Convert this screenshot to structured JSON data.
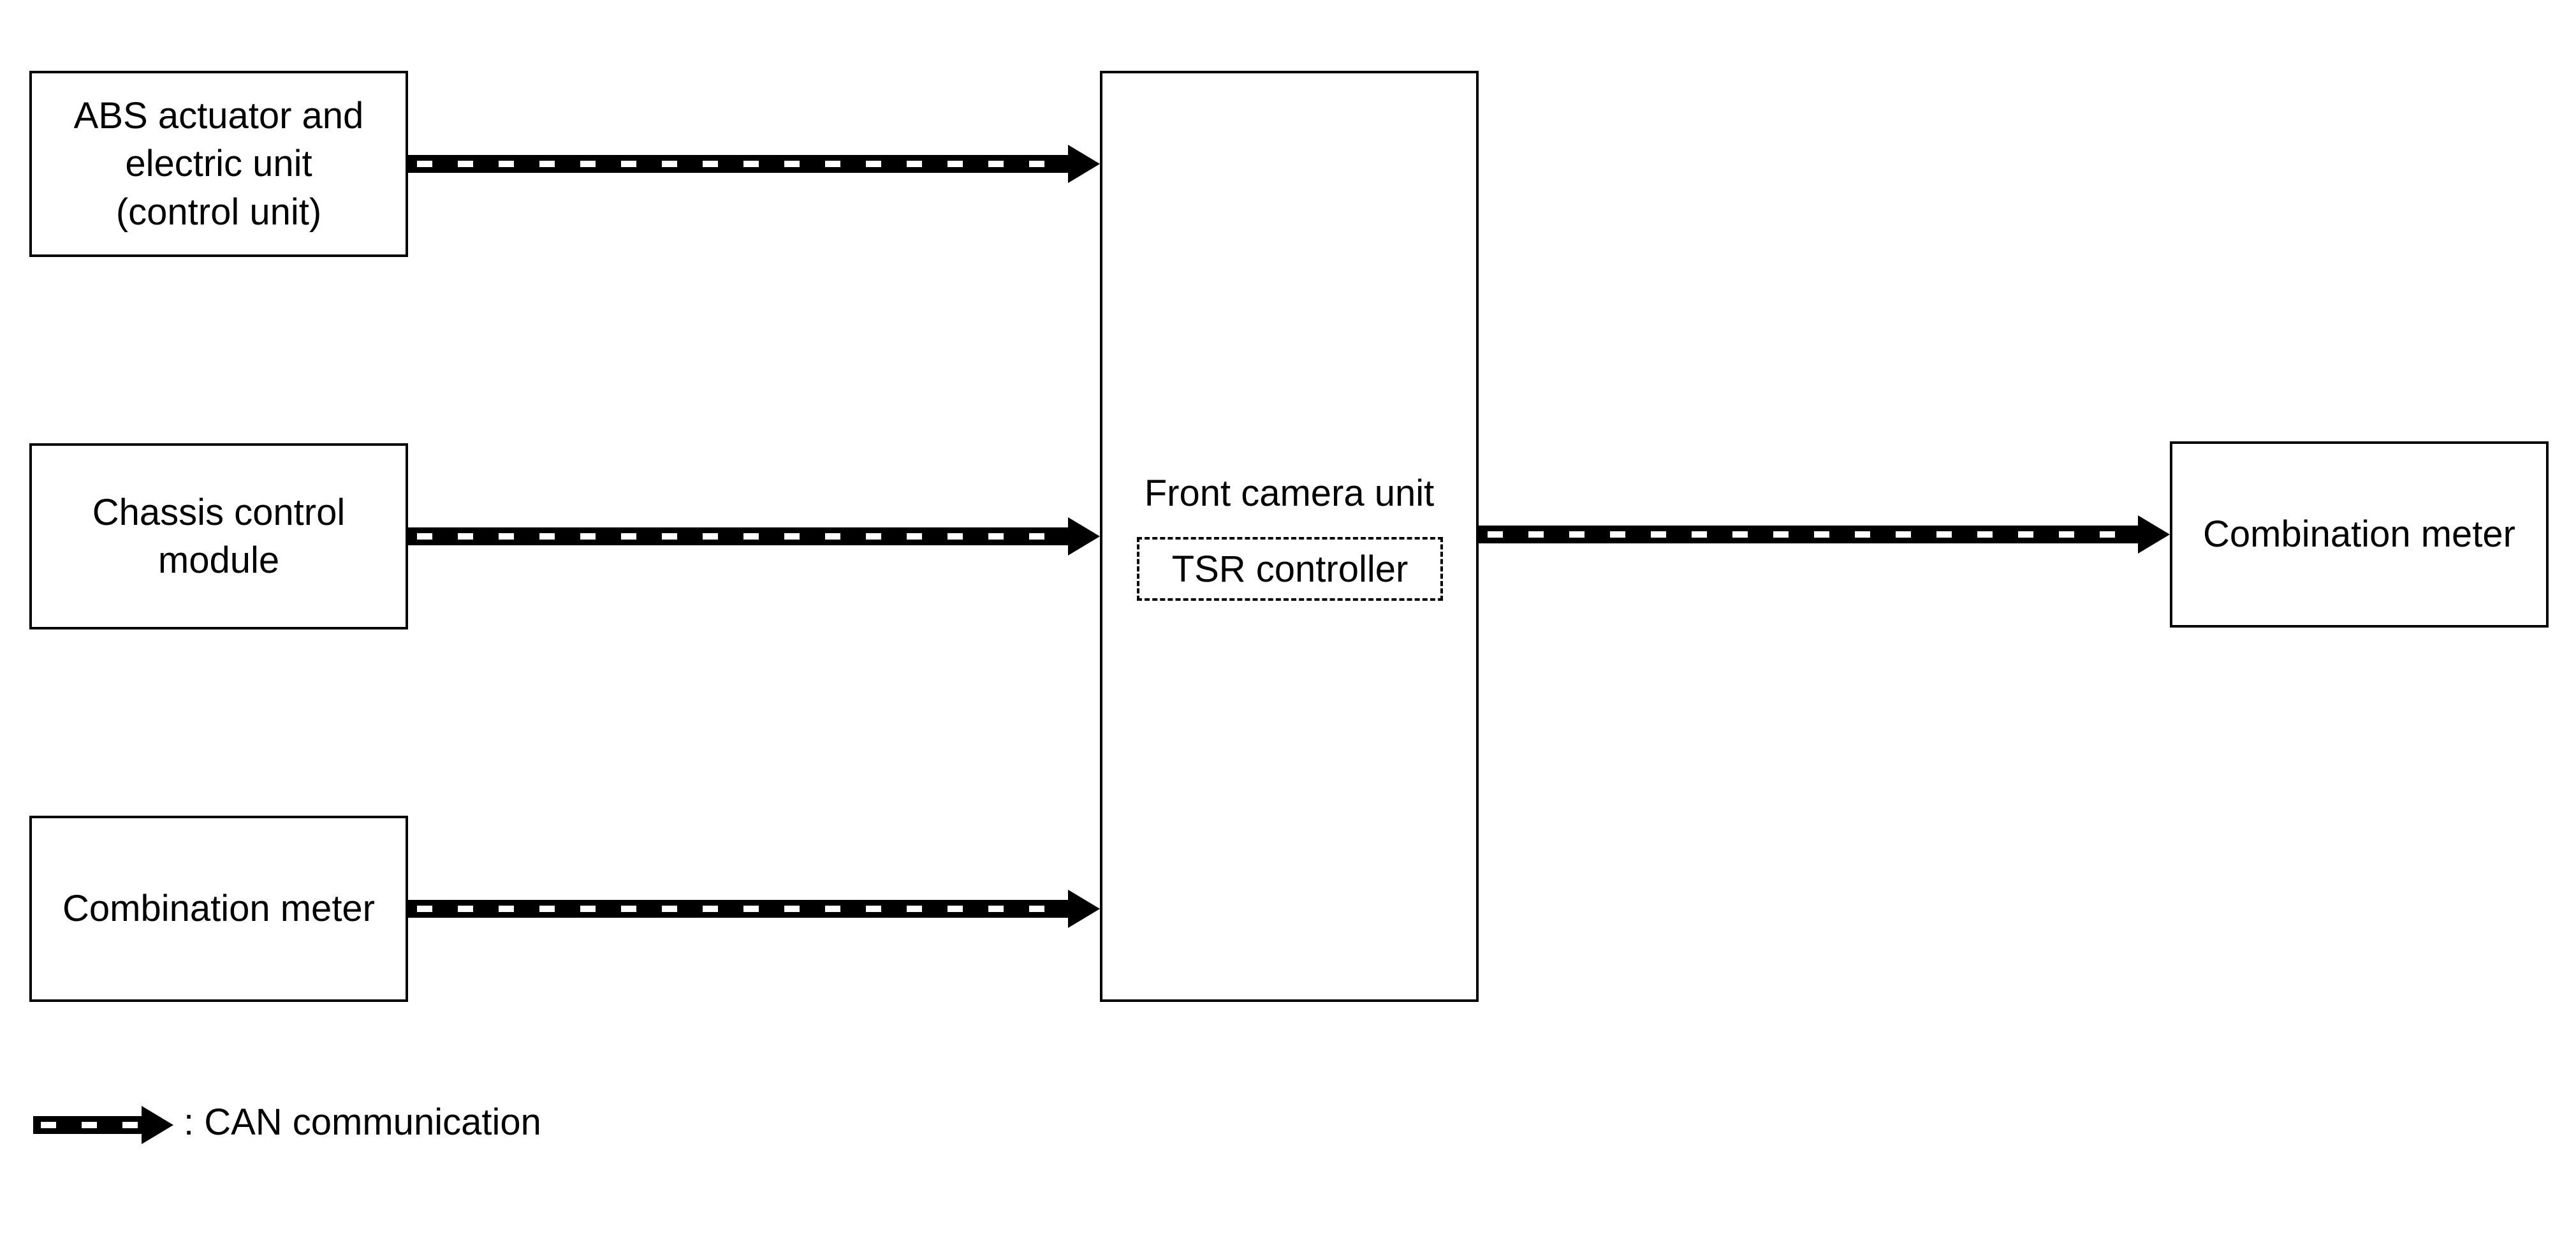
{
  "blocks": {
    "abs": "ABS actuator and\nelectric unit\n(control unit)",
    "chassis": "Chassis control\nmodule",
    "meter_in": "Combination meter",
    "front_camera": "Front camera unit",
    "tsr": "TSR controller",
    "meter_out": "Combination meter"
  },
  "legend": {
    "label": ": CAN communication"
  },
  "colors": {
    "line": "#000000",
    "background": "#ffffff"
  }
}
